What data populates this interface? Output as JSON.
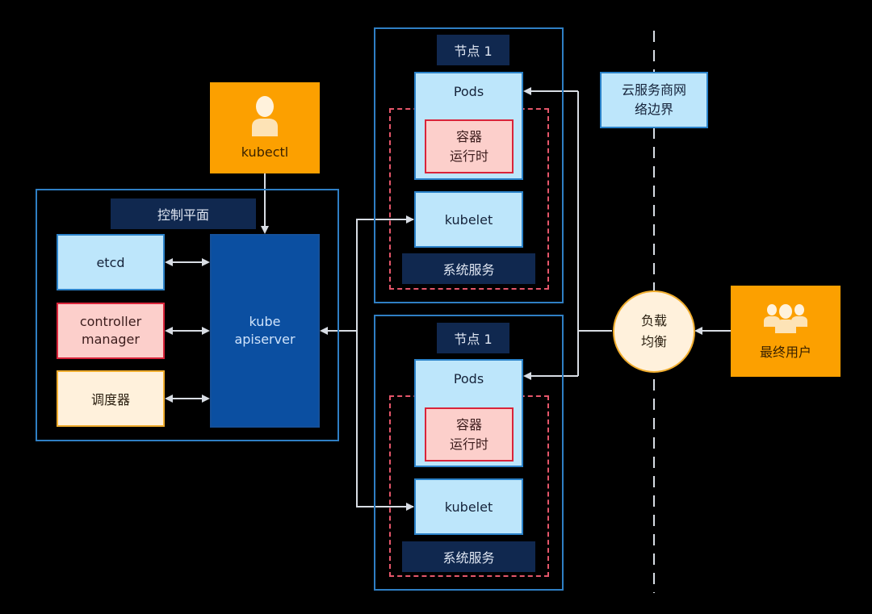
{
  "kubectl": {
    "label": "kubectl",
    "icon": "user-icon"
  },
  "control_plane": {
    "title": "控制平面",
    "etcd": "etcd",
    "controller_manager": [
      "controller",
      "manager"
    ],
    "scheduler": "调度器",
    "apiserver": [
      "kube",
      "apiserver"
    ]
  },
  "nodes": [
    {
      "title": "节点 1",
      "pods": "Pods",
      "runtime": [
        "容器",
        "运行时"
      ],
      "kubelet": "kubelet",
      "system_services": "系统服务"
    },
    {
      "title": "节点 1",
      "pods": "Pods",
      "runtime": [
        "容器",
        "运行时"
      ],
      "kubelet": "kubelet",
      "system_services": "系统服务"
    }
  ],
  "cloud_boundary": [
    "云服务商网",
    "络边界"
  ],
  "load_balancer": [
    "负载",
    "均衡"
  ],
  "end_users": {
    "label": "最终用户",
    "icon": "users-group-icon"
  },
  "colors": {
    "orange": "#fca000",
    "navy": "#10284f",
    "light_blue": "#bde6fb",
    "apiserver_blue": "#0b4fa1",
    "runtime_pink": "#fccfcb",
    "scheduler_cream": "#fff1dc",
    "frame_blue": "#2f7fc4",
    "dashed_red": "#e5566a"
  }
}
